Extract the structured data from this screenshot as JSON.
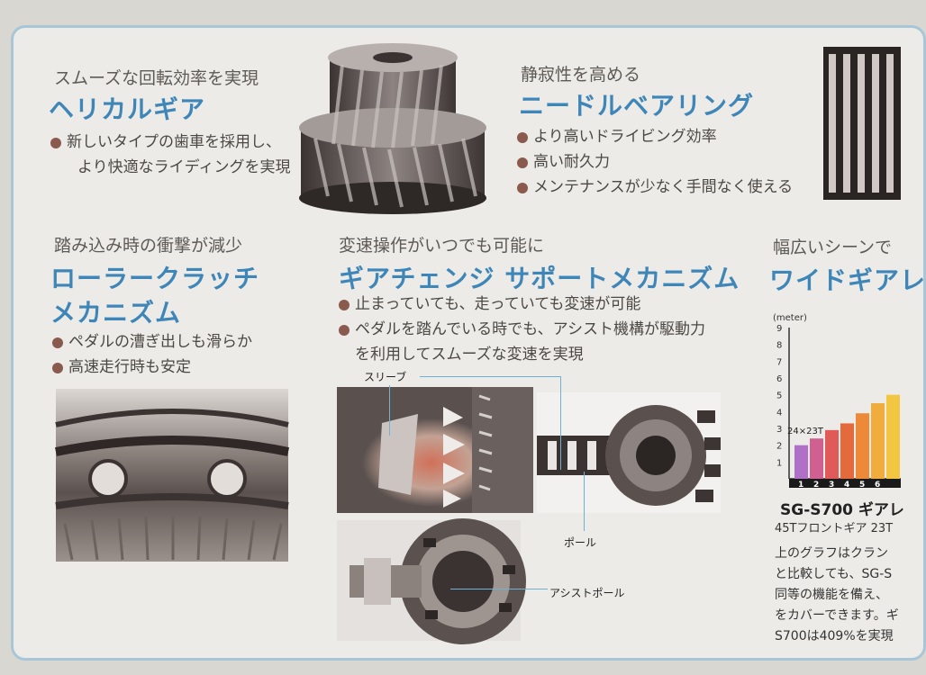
{
  "sections": {
    "helical": {
      "sub": "スムーズな回転効率を実現",
      "head": "ヘリカルギア",
      "bullets": [
        "新しいタイプの歯車を採用し、",
        "より快適なライディングを実現"
      ]
    },
    "needle": {
      "sub": "静寂性を高める",
      "head": "ニードルベアリング",
      "bullets": [
        "より高いドライビング効率",
        "高い耐久力",
        "メンテナンスが少なく手間なく使える"
      ]
    },
    "roller": {
      "sub": "踏み込み時の衝撃が減少",
      "head1": "ローラークラッチ",
      "head2": "メカニズム",
      "bullets": [
        "ペダルの漕ぎ出しも滑らか",
        "高速走行時も安定"
      ]
    },
    "gearchange": {
      "sub": "変速操作がいつでも可能に",
      "head": "ギアチェンジ サポートメカニズム",
      "bullets": [
        "止まっていても、走っていても変速が可能",
        "ペダルを踏んでいる時でも、アシスト機構が駆動力",
        "を利用してスムーズな変速を実現"
      ],
      "labels": {
        "sleeve": "スリーブ",
        "pole": "ポール",
        "assist_pole": "アシストポール"
      }
    },
    "wide": {
      "sub": "幅広いシーンで",
      "head": "ワイドギアレ",
      "chart_title": "SG-S700 ギアレ",
      "chart_caption": "45Tフロントギア 23T",
      "para": [
        "上のグラフはクラン",
        "と比較しても、SG-S",
        "同等の機能を備え、",
        "をカバーできます。ギ",
        "S700は409%を実現"
      ]
    }
  },
  "chart_data": {
    "type": "bar",
    "ylabel": "(meter)",
    "yticks": [
      "9",
      "8",
      "7",
      "6",
      "5",
      "4",
      "3",
      "2",
      "1"
    ],
    "categories": [
      "1",
      "2",
      "3",
      "4",
      "5",
      "6"
    ],
    "values": [
      2.0,
      2.4,
      2.9,
      3.3,
      3.9,
      4.5,
      5.0
    ],
    "ylim": [
      0,
      9
    ],
    "annotation": "24×23T",
    "colors": [
      "#b070c8",
      "#d06090",
      "#e05a5a",
      "#e46a3e",
      "#ec8a3a",
      "#f0ac3c",
      "#f2c640"
    ]
  }
}
